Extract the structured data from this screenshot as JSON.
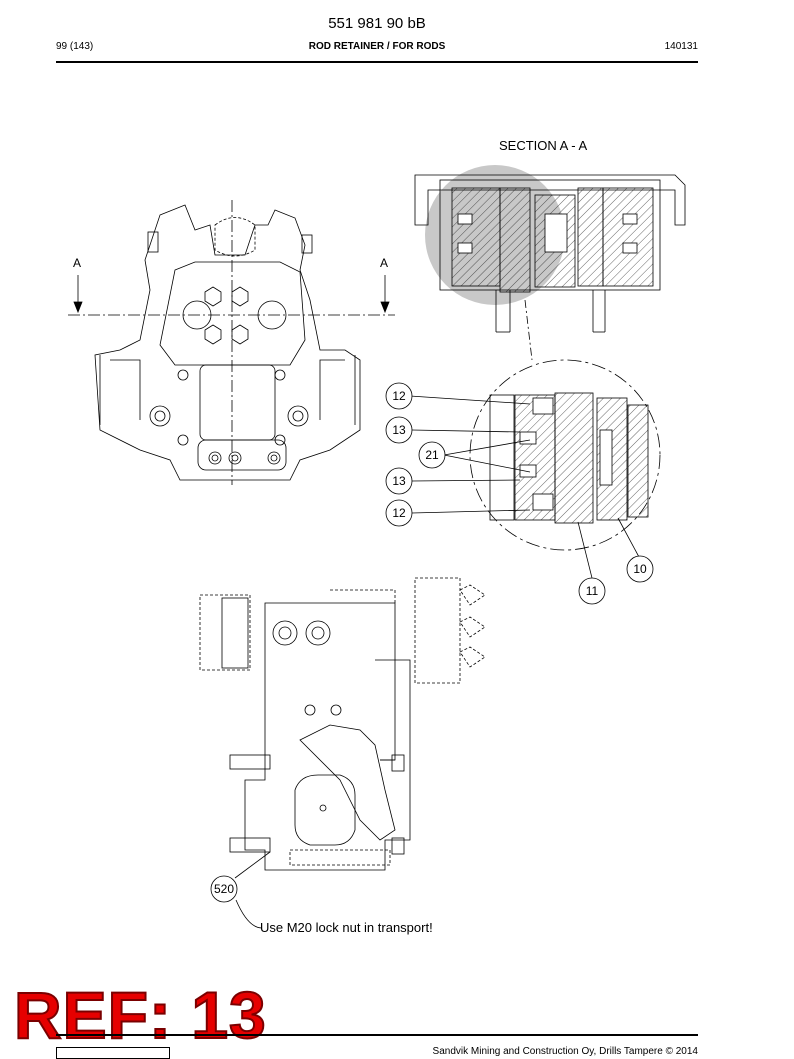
{
  "header": {
    "doc_number": "551 981 90 bB",
    "page": "99 (143)",
    "title": "ROD RETAINER / FOR RODS",
    "date_code": "140131"
  },
  "drawing": {
    "section_title": "SECTION A - A",
    "section_marker_left": "A",
    "section_marker_right": "A",
    "callouts": [
      "12",
      "13",
      "21",
      "13",
      "12",
      "10",
      "11",
      "520"
    ],
    "note": "Use M20 lock nut in transport!"
  },
  "stamp": {
    "text": "REF: 13",
    "color": "#e60000"
  },
  "footer": {
    "copyright": "Sandvik Mining and Construction Oy, Drills Tampere © 2014"
  }
}
